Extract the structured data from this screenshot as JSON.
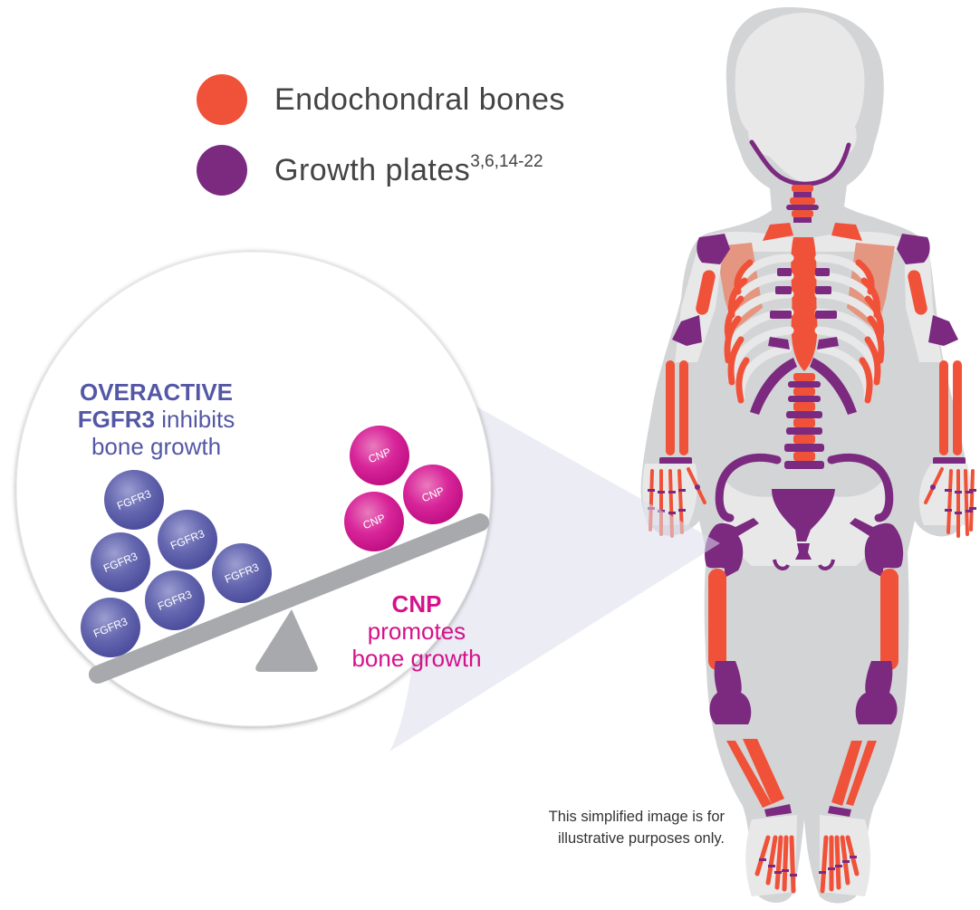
{
  "legend": {
    "items": [
      {
        "label": "Endochondral bones",
        "superscript": "",
        "color": "#f05239"
      },
      {
        "label": "Growth plates",
        "superscript": "3,6,14-22",
        "color": "#7b2a80"
      }
    ]
  },
  "zoom_panel": {
    "fgfr3_heading": {
      "bold": "OVERACTIVE",
      "line2_bold": "FGFR3",
      "line2_rest": " inhibits",
      "line3": "bone growth"
    },
    "cnp_heading": {
      "bold": "CNP",
      "line2": "promotes",
      "line3": "bone growth"
    },
    "fgfr3_balls": [
      "FGFR3",
      "FGFR3",
      "FGFR3",
      "FGFR3",
      "FGFR3",
      "FGFR3"
    ],
    "cnp_balls": [
      "CNP",
      "CNP",
      "CNP"
    ],
    "fgfr3_color": "#5a5ca8",
    "cnp_color": "#d4128a",
    "seesaw_color": "#a7a9ac",
    "seesaw_state": "tilted toward FGFR3 side"
  },
  "disclaimer": {
    "line1": "This simplified image is for",
    "line2": "illustrative purposes only."
  },
  "figure": {
    "subject": "child skeleton",
    "body_color": "#d3d4d6",
    "bone_base_color": "#e8e8e9",
    "endochondral_color": "#f05239",
    "growth_plate_color": "#7b2a80",
    "scapula_color": "#e49680"
  }
}
